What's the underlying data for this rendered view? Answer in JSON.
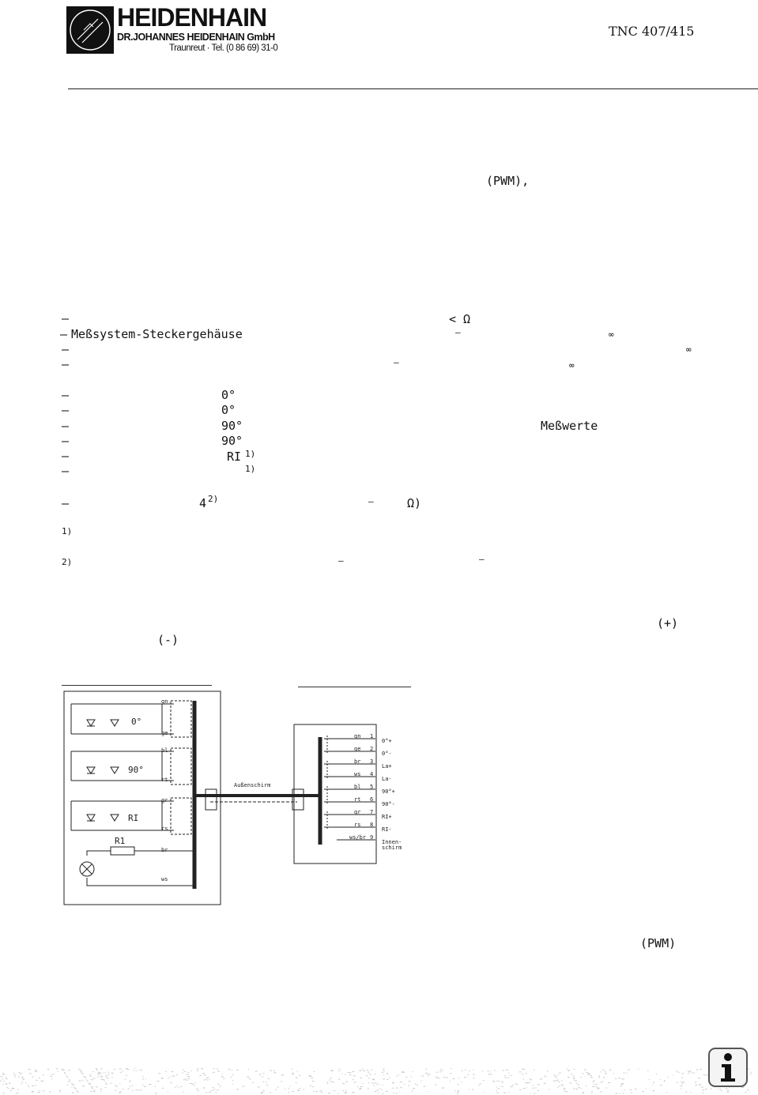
{
  "header": {
    "brand": "HEIDENHAIN",
    "company": "DR.JOHANNES HEIDENHAIN GmbH",
    "contact": "Traunreut · Tel. (0 86 69) 31-0",
    "doc_id": "TNC 407/415"
  },
  "fragments": {
    "pwm_1": "(PWM),",
    "lt_ohm": "<  Ω",
    "steckergehaeuse": "Meßsystem-Steckergehäuse",
    "inf": "∞",
    "deg0": "0°",
    "deg90": "90°",
    "messwerte": "Meßwerte",
    "ri": "RI",
    "fn1": "1)",
    "fn2": "2)",
    "four": "4",
    "ohm_paren": "Ω)",
    "plus": "(+)",
    "minus": "(-)",
    "pwm_2": "(PWM)",
    "dash": "–"
  },
  "diagram": {
    "labels_left": [
      "0°",
      "90°",
      "RI"
    ],
    "resistor": "R1",
    "wires_left": [
      "gn",
      "ge",
      "bl",
      "rt",
      "gr",
      "rs",
      "br",
      "ws"
    ],
    "shield_outer": "Außenschirm",
    "pins": [
      {
        "color": "gn",
        "num": "1",
        "signal": "0°+"
      },
      {
        "color": "ge",
        "num": "2",
        "signal": "0°-"
      },
      {
        "color": "br",
        "num": "3",
        "signal": "La+"
      },
      {
        "color": "ws",
        "num": "4",
        "signal": "La-"
      },
      {
        "color": "bl",
        "num": "5",
        "signal": "90°+"
      },
      {
        "color": "rt",
        "num": "6",
        "signal": "90°-"
      },
      {
        "color": "gr",
        "num": "7",
        "signal": "RI+"
      },
      {
        "color": "rs",
        "num": "8",
        "signal": "RI-"
      },
      {
        "color": "ws/br",
        "num": "9",
        "signal": "Innen-"
      }
    ],
    "inner_shield_cont": "schirm"
  },
  "icons": {
    "info": "info-icon",
    "logo": "heidenhain-logo-icon"
  }
}
